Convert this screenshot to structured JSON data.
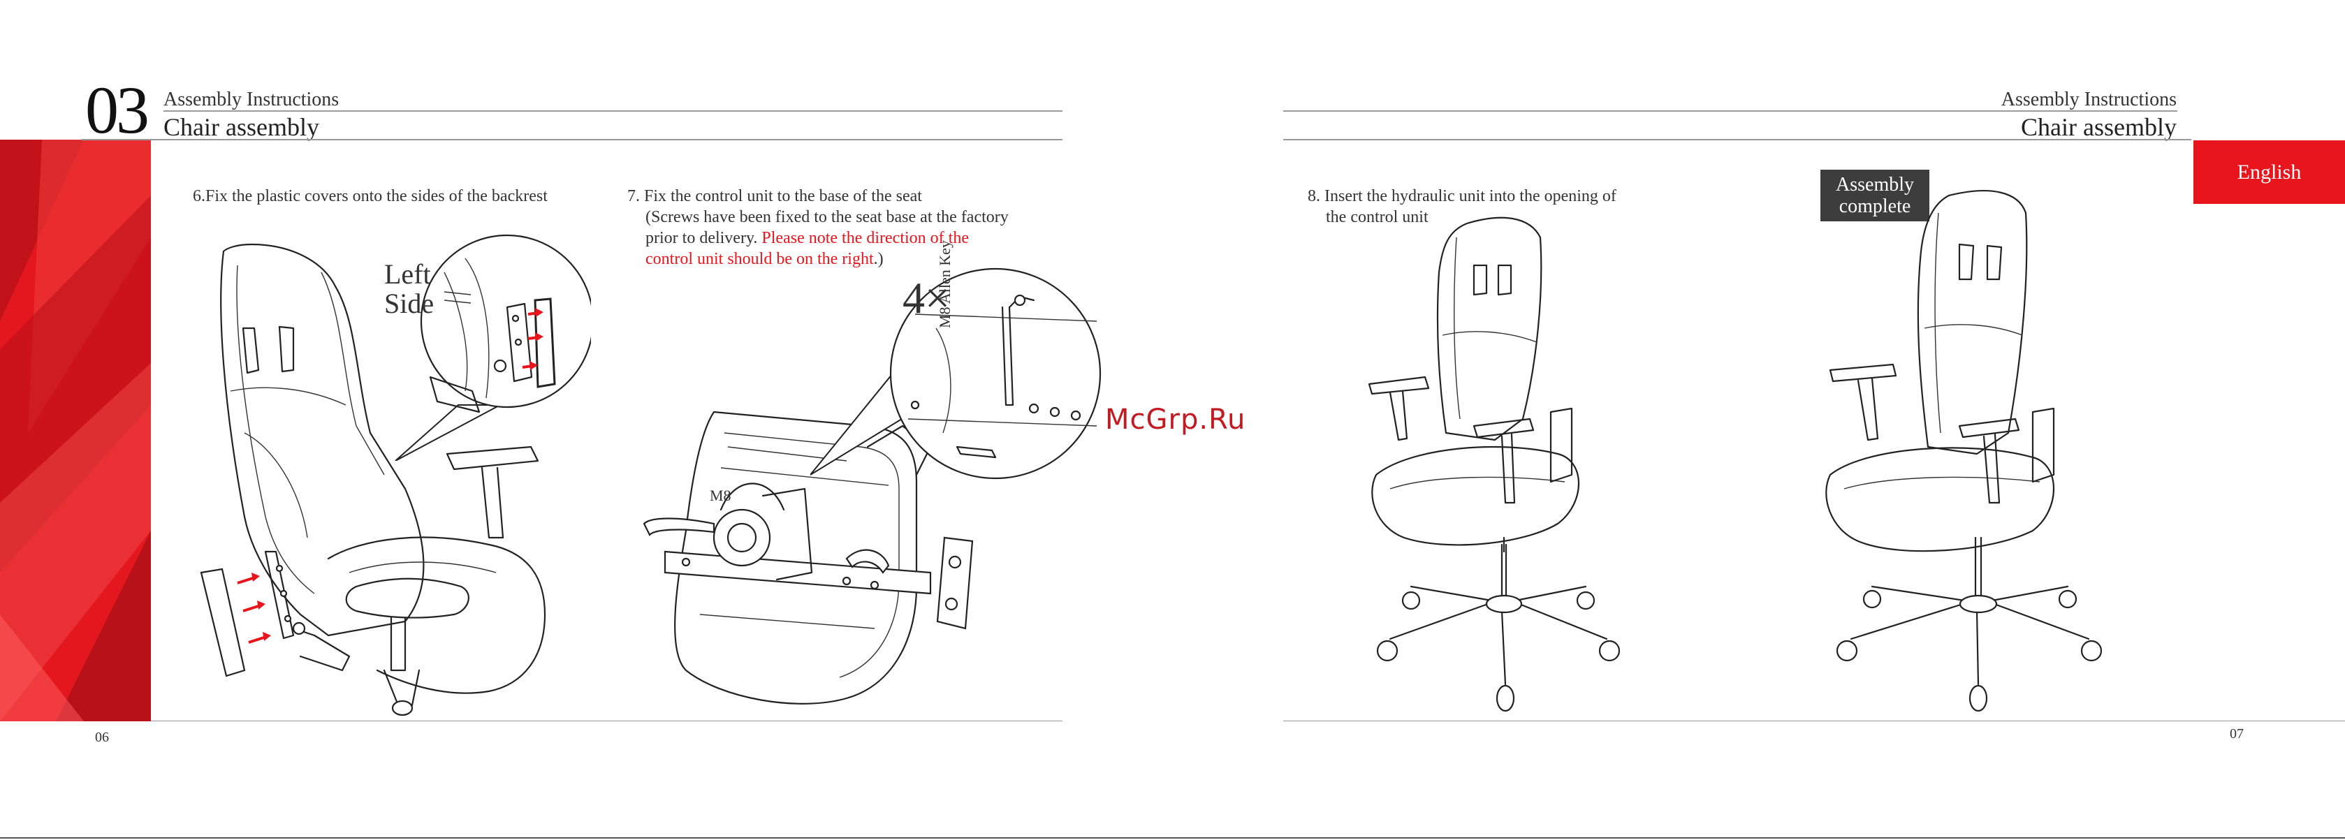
{
  "left_page": {
    "section_number": "03",
    "header_small": "Assembly Instructions",
    "header_big": "Chair assembly",
    "page_number": "06",
    "step6": {
      "text": "6.Fix the plastic covers onto the sides of the backrest"
    },
    "step6_callout": {
      "line1": "Left",
      "line2": "Side"
    },
    "step7": {
      "line1": "7. Fix the control unit to the base of the seat",
      "line2": "(Screws have been fixed to the seat base at the factory",
      "line3_a": "prior to delivery. ",
      "line3_b": "Please note the direction of the",
      "line4_a": "control unit should be on the right",
      "line4_b": ".)"
    },
    "step7_callout": {
      "count": "4×",
      "tool": "M8 Allen Key",
      "bolt": "M8"
    }
  },
  "right_page": {
    "header_small": "Assembly Instructions",
    "header_big": "Chair assembly",
    "page_number": "07",
    "language_tab": "English",
    "step8": {
      "line1": "8.  Insert the hydraulic unit into the opening of",
      "line2": "the control unit"
    },
    "complete_badge": {
      "line1": "Assembly",
      "line2": "complete"
    }
  },
  "watermark": "McGrp.Ru",
  "colors": {
    "accent_red": "#e8151c",
    "badge_dark": "#3d3d3d",
    "rule_gray": "#9a9a9a"
  }
}
